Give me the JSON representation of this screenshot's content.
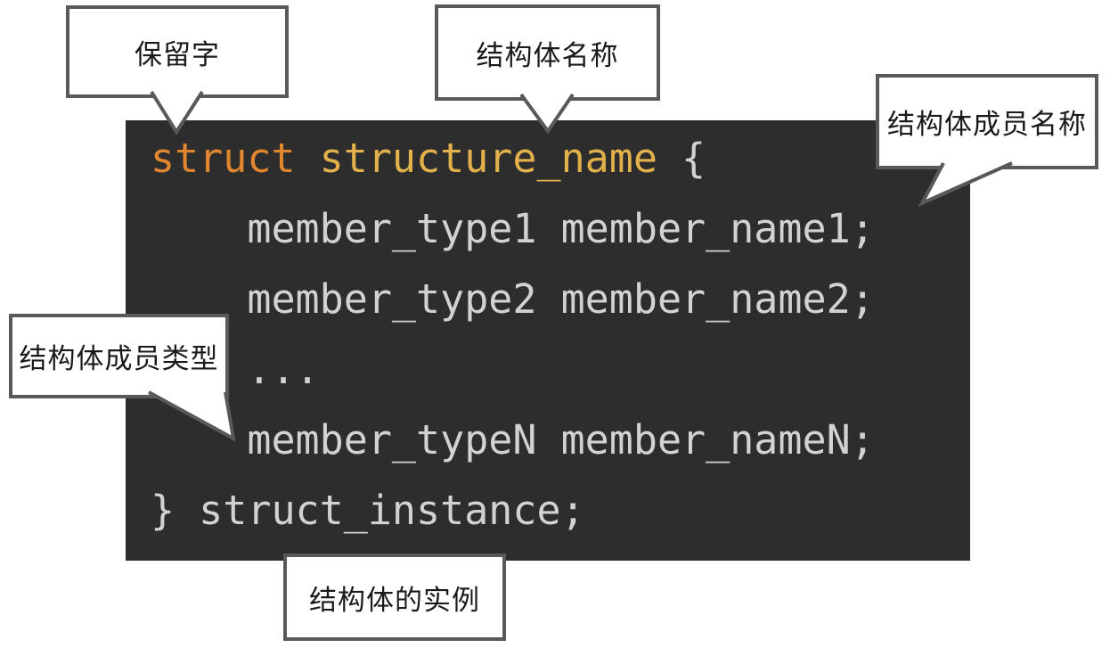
{
  "code": {
    "keyword_struct": "struct",
    "structure_name_token": " structure_name",
    "open_brace_token": " {",
    "member_line_1": "    member_type1 member_name1;",
    "member_line_2": "    member_type2 member_name2;",
    "ellipsis_line": "    ...",
    "member_line_n": "    member_typeN member_nameN;",
    "closing_line": "} struct_instance;"
  },
  "callouts": {
    "reserved_word": {
      "label": "保留字"
    },
    "structure_name": {
      "label": "结构体名称"
    },
    "member_name": {
      "label": "结构体成员名称"
    },
    "member_type": {
      "label": "结构体成员类型"
    },
    "instance": {
      "label": "结构体的实例"
    }
  },
  "colors": {
    "page_background": "#ffffff",
    "code_background": "#2d2d2d",
    "keyword_orange": "#e0862f",
    "structure_name_gold": "#e2b14b",
    "code_text_gray": "#d2d2d2",
    "callout_border_gray": "#595959",
    "callout_text": "#1a1a1a"
  }
}
